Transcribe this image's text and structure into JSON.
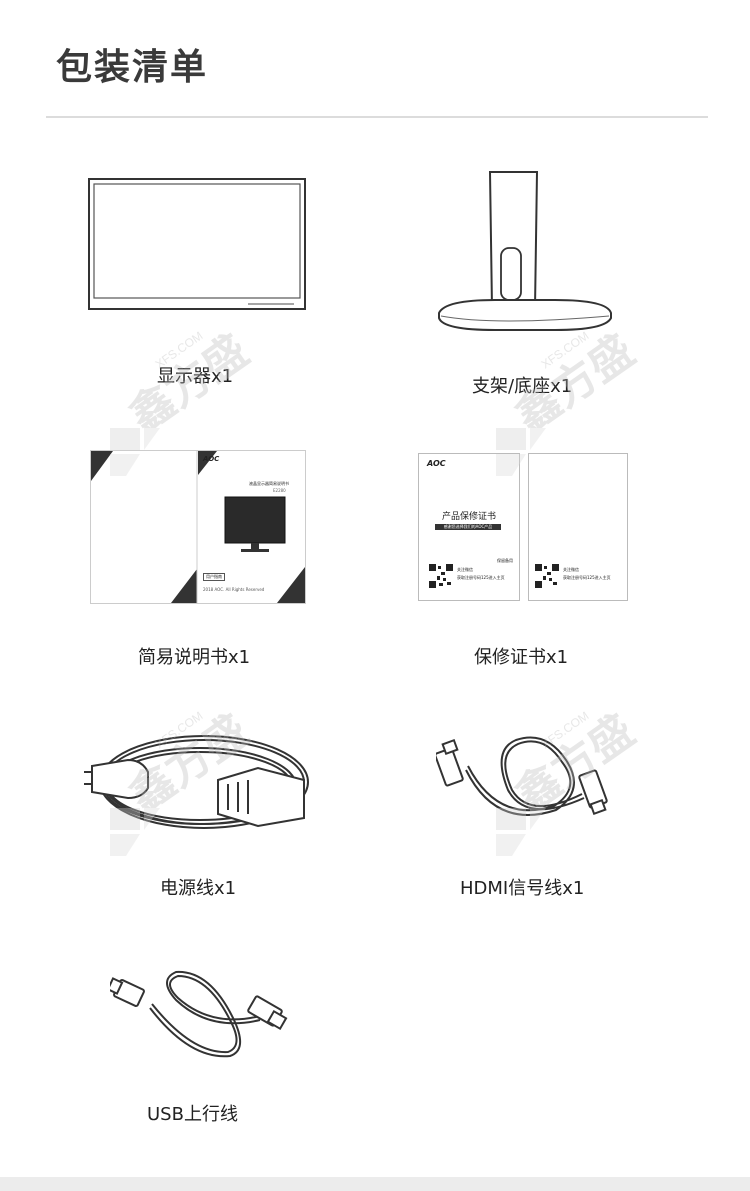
{
  "title": "包装清单",
  "items": [
    {
      "label": "显示器x1"
    },
    {
      "label": "支架/底座x1"
    },
    {
      "label": "简易说明书x1"
    },
    {
      "label": "保修证书x1"
    },
    {
      "label": "电源线x1"
    },
    {
      "label": "HDMI信号线x1"
    },
    {
      "label": "USB上行线"
    }
  ],
  "manual": {
    "brand": "AOC",
    "doc_title": "液晶显示器简易说明书",
    "model": "E2280",
    "badge": "用户指南",
    "copyright": "2018 AOC. All Rights Reserved"
  },
  "warranty": {
    "brand": "AOC",
    "doc_title": "产品保修证书",
    "subtitle": "感谢您选择我们的AOC产品",
    "footer_right": "保留备用",
    "qr_caption": "关注微信",
    "qr_text": "获取注册号码125进入主页"
  },
  "watermark": {
    "text": "鑫方盛",
    "domain": "XFS.COM"
  }
}
